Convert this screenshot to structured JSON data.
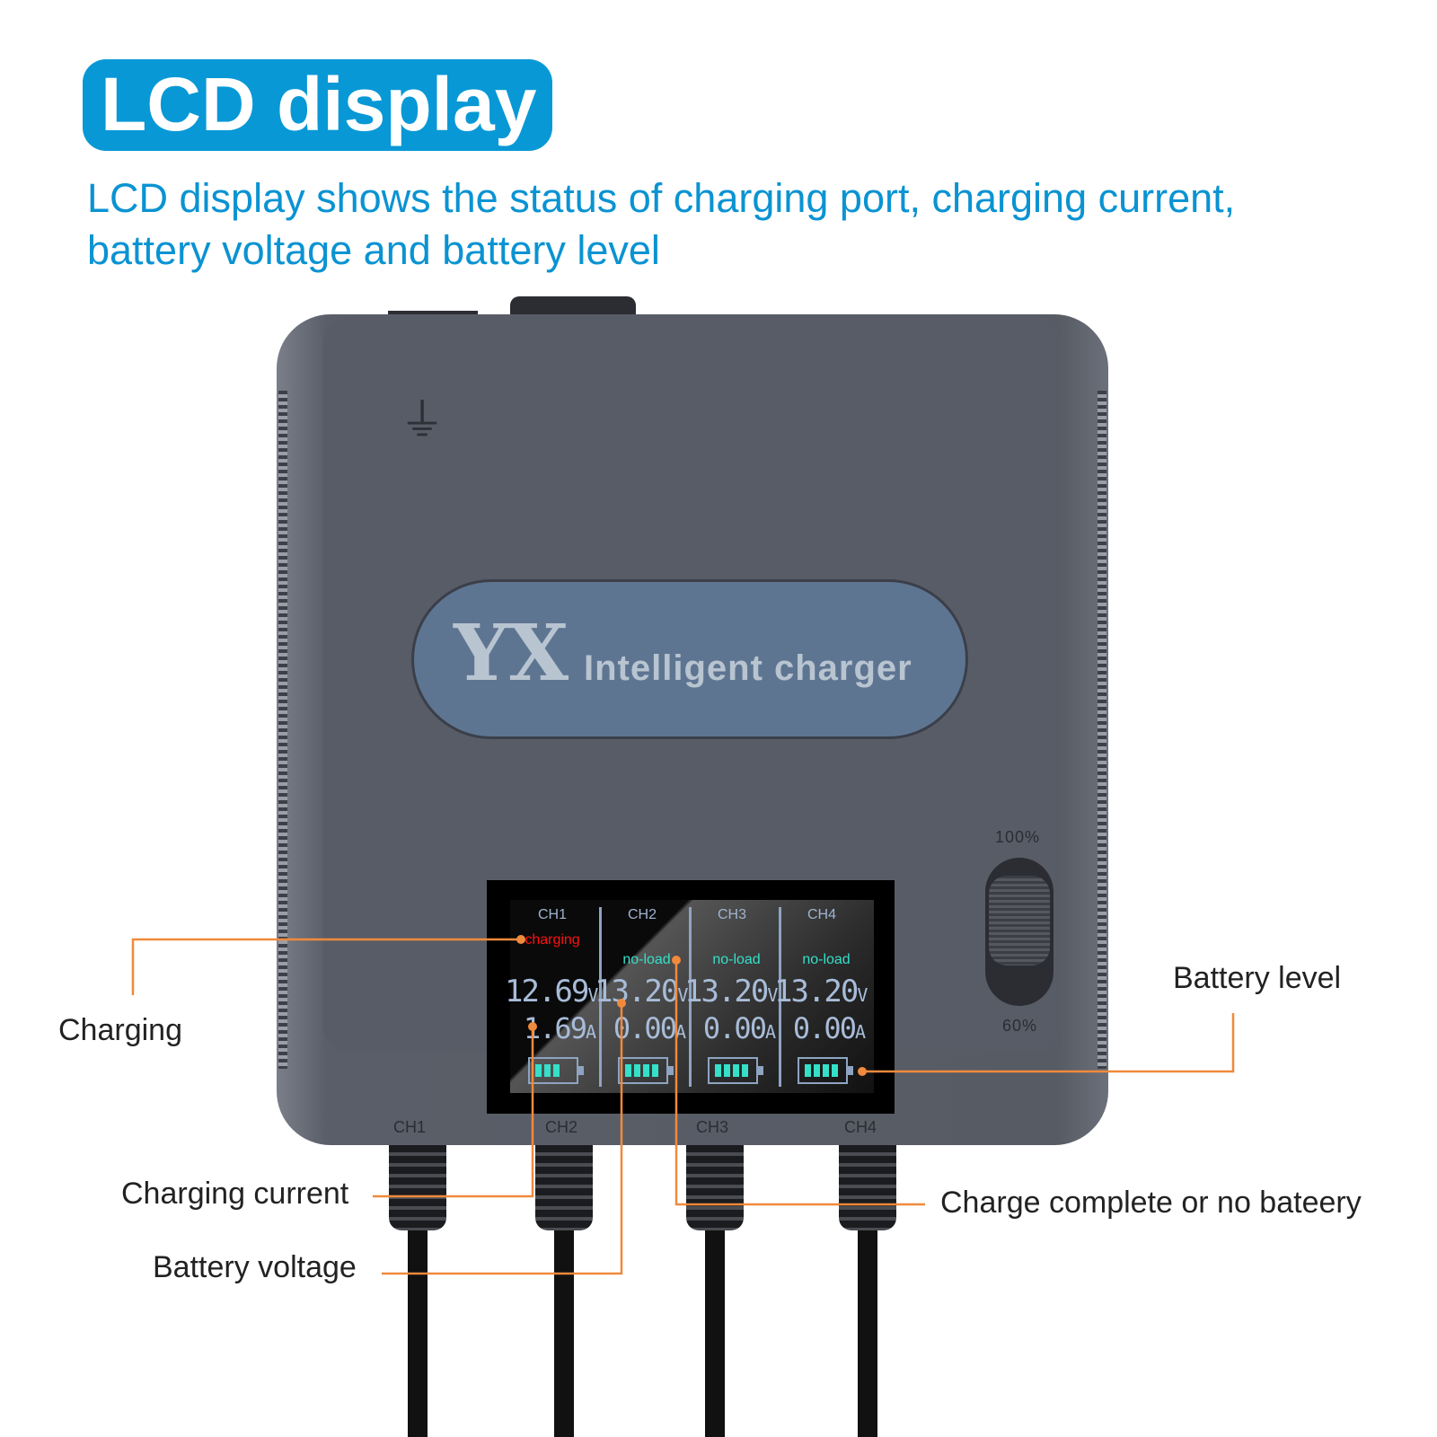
{
  "title": "LCD display",
  "subtitle_line1": "LCD display shows the status of charging port, charging current,",
  "subtitle_line2": "battery voltage and battery level",
  "device": {
    "logo": "YX",
    "brand": "Intelligent charger",
    "slider_top": "100%",
    "slider_bottom": "60%",
    "ports": [
      "CH1",
      "CH2",
      "CH3",
      "CH4"
    ]
  },
  "lcd": {
    "channels": [
      {
        "name": "CH1",
        "status": "charging",
        "status_color": "#ff1010",
        "voltage": "12.69",
        "current": "1.69",
        "bars": 3
      },
      {
        "name": "CH2",
        "status": "no-load",
        "status_color": "#35e0c8",
        "voltage": "13.20",
        "current": "0.00",
        "bars": 4
      },
      {
        "name": "CH3",
        "status": "no-load",
        "status_color": "#35e0c8",
        "voltage": "13.20",
        "current": "0.00",
        "bars": 4
      },
      {
        "name": "CH4",
        "status": "no-load",
        "status_color": "#35e0c8",
        "voltage": "13.20",
        "current": "0.00",
        "bars": 4
      }
    ],
    "v_unit": "V",
    "a_unit": "A"
  },
  "annotations": {
    "charging": "Charging",
    "charging_current": "Charging current",
    "battery_voltage": "Battery voltage",
    "charge_complete": "Charge complete or no bateery",
    "battery_level": "Battery level"
  },
  "colors": {
    "accent": "#0898d6",
    "callout": "#f08a3c"
  }
}
